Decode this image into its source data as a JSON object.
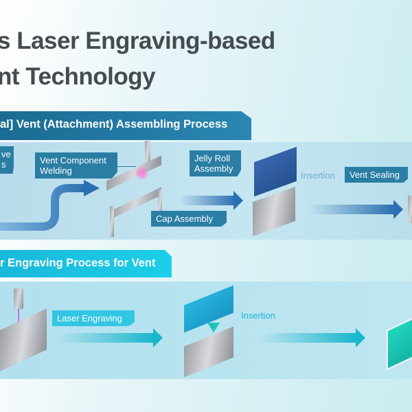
{
  "title": {
    "line1": "s Laser Engraving-based",
    "line2": "nt Technology"
  },
  "section1": {
    "banner": "al] Vent (Attachment) Assembling Process",
    "labels": {
      "partial_label_line1": "ve",
      "partial_label_line2": "s",
      "vent_component_welding": "Vent Component Welding",
      "jelly_roll_assembly": "Jelly Roll Assembly",
      "insertion": "Insertion",
      "vent_sealing": "Vent Sealing",
      "cap_assembly": "Cap Assembly"
    }
  },
  "section2": {
    "banner": "r Engraving Process for Vent",
    "labels": {
      "laser_engraving": "Laser Engraving",
      "insertion": "Insertion"
    }
  },
  "colors": {
    "title": "#454b4f",
    "banner1": "#1a6c93",
    "banner2": "#1ab8da",
    "arrow1": "#2c6fb0",
    "arrow2": "#19b6cc"
  }
}
